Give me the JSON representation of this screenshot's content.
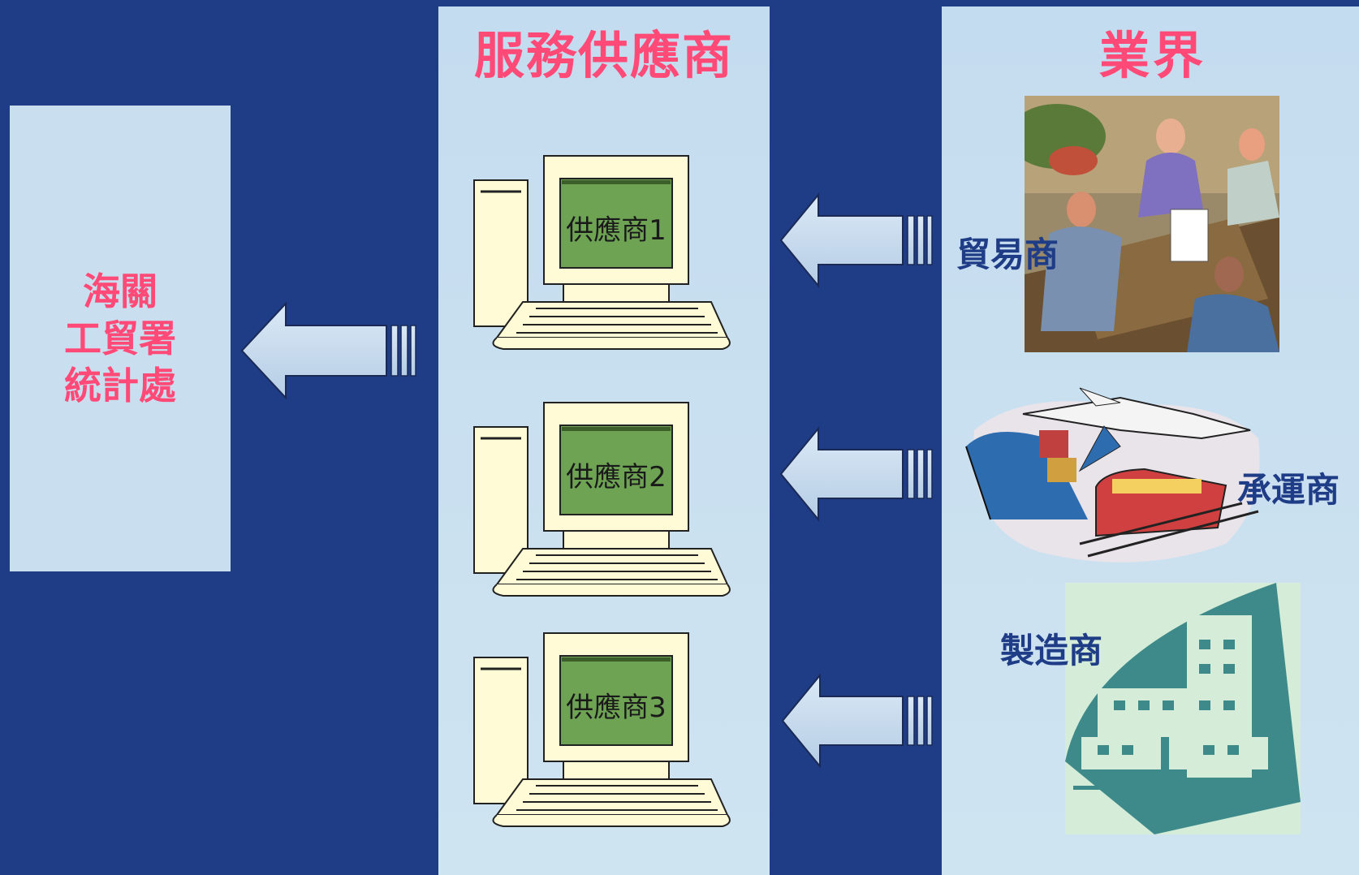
{
  "left_box": {
    "lines": [
      "海關",
      "工貿署",
      "統計處"
    ]
  },
  "middle": {
    "title": "服務供應商",
    "computers": [
      {
        "label": "供應商1"
      },
      {
        "label": "供應商2"
      },
      {
        "label": "供應商3"
      }
    ]
  },
  "right": {
    "title": "業界",
    "items": [
      {
        "label": "貿易商",
        "icon": "business-meeting-icon"
      },
      {
        "label": "承運商",
        "icon": "transport-icon"
      },
      {
        "label": "製造商",
        "icon": "factory-icon"
      }
    ]
  },
  "colors": {
    "background": "#1f3d86",
    "panel": "#c9dff0",
    "title_red": "#ff4a78",
    "label_blue": "#1f3d86",
    "screen_green": "#6ea354",
    "arrow_fill": "#c9dff0"
  }
}
